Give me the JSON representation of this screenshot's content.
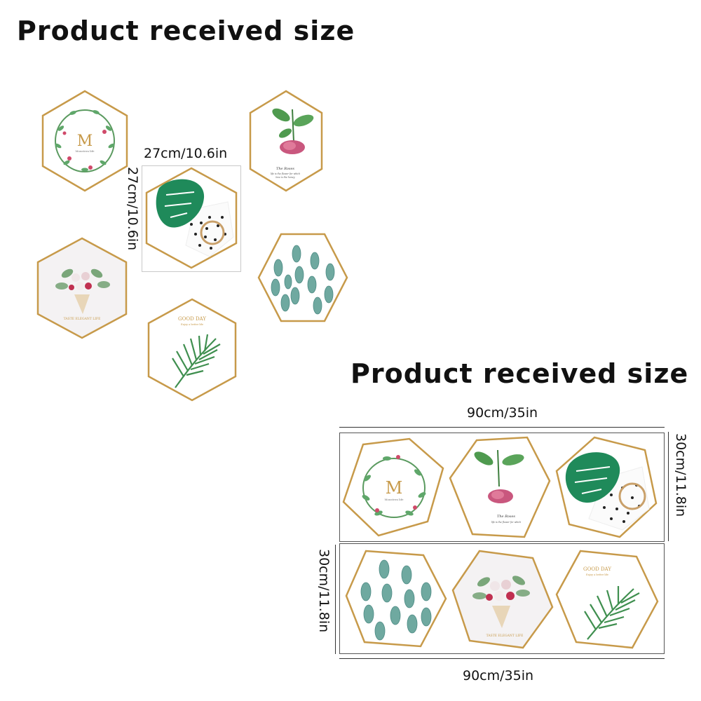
{
  "titles": {
    "top": "Product received size",
    "bottom": "Product received size"
  },
  "dimensions": {
    "single_width": "27cm/10.6in",
    "single_height": "27cm/10.6in",
    "set_width_top": "90cm/35in",
    "set_height_right": "30cm/11.8in",
    "set_height_left": "30cm/11.8in",
    "set_width_bottom": "90cm/35in"
  },
  "tile_texts": {
    "monogram_letter": "M",
    "monogram_caption": "Monstera life",
    "rose_title": "The Roses",
    "rose_caption_1": "life is the flower for which",
    "rose_caption_2": "love is the honey",
    "bouquet_caption": "TASTE ELEGANT LIFE",
    "palm_title": "GOOD DAY",
    "palm_caption": "Enjoy a better life"
  },
  "colors": {
    "frame_gold": "#c79a4a",
    "leaf_green": "#3f8f4f",
    "monstera_green": "#1f8a5a",
    "rose_pink": "#c9577e",
    "cactus_teal": "#6fa9a0",
    "title_text": "#111111"
  },
  "icons": [
    "wreath-art-icon",
    "rose-art-icon",
    "monstera-art-icon",
    "bouquet-art-icon",
    "cactus-art-icon",
    "palm-art-icon"
  ]
}
